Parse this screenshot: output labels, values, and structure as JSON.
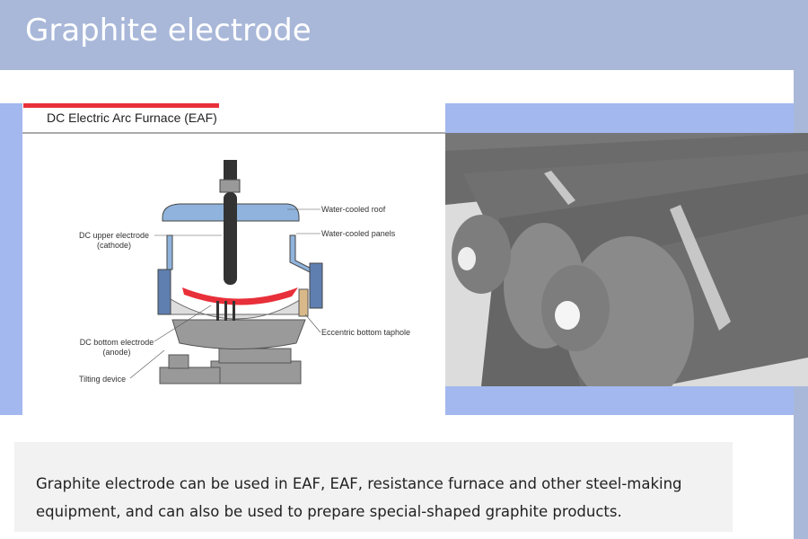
{
  "slide": {
    "title": "Graphite electrode",
    "body_text": "Graphite electrode can be used in EAF, EAF, resistance furnace and other steel-making equipment, and can also be used to prepare special-shaped graphite products."
  },
  "diagram": {
    "title": "DC Electric Arc Furnace (EAF)",
    "labels": {
      "roof": "Water-cooled roof",
      "panels": "Water-cooled panels",
      "upper_electrode": "DC upper electrode",
      "upper_electrode_sub": "(cathode)",
      "bottom_electrode": "DC bottom electrode",
      "bottom_electrode_sub": "(anode)",
      "tilting": "Tilting device",
      "taphole": "Eccentric bottom taphole"
    }
  },
  "colors": {
    "header": "#a9b8d9",
    "accent_band": "#a3b8ef",
    "diagram_red": "#e8303a"
  }
}
